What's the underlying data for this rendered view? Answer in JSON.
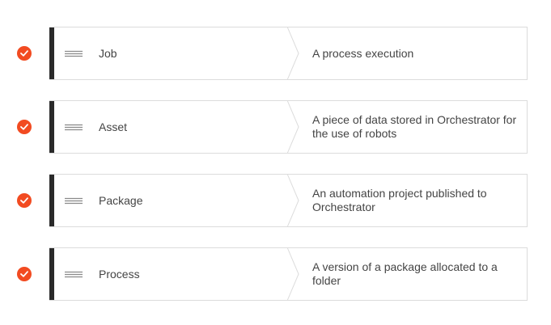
{
  "icons": {
    "check": "check-circle-icon",
    "handle": "drag-handle-icon"
  },
  "colors": {
    "check": "#f24b21",
    "bar": "#2a2a2a",
    "border": "#dcdcdc"
  },
  "items": [
    {
      "term": "Job",
      "definition": "A process execution"
    },
    {
      "term": "Asset",
      "definition": "A piece of data stored in Orchestrator for the use of robots"
    },
    {
      "term": "Package",
      "definition": "An automation project published to Orchestrator"
    },
    {
      "term": "Process",
      "definition": "A version of a package allocated to a folder"
    }
  ]
}
